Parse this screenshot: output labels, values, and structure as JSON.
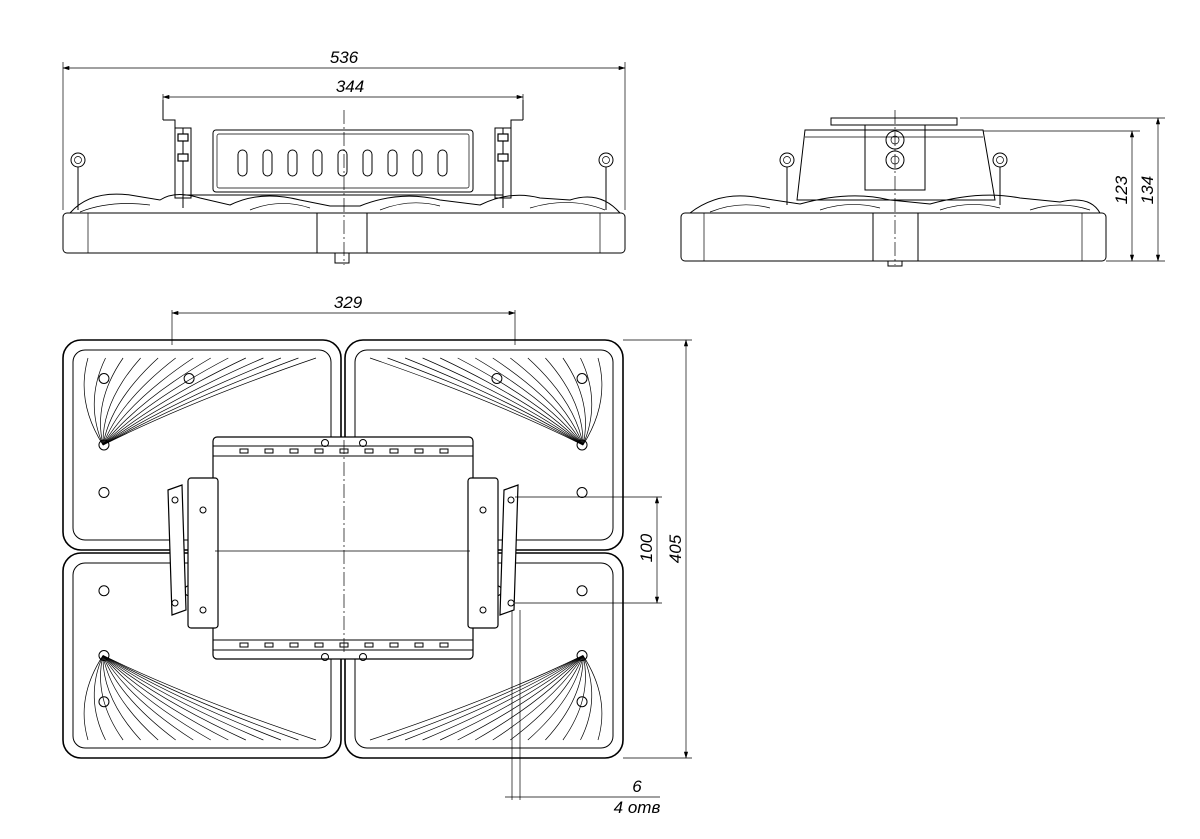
{
  "dimensions": {
    "front_overall_width": "536",
    "front_bracket_width": "344",
    "side_height_inner": "123",
    "side_height_overall": "134",
    "plan_mount_span": "329",
    "plan_hole_spacing": "100",
    "plan_overall_depth": "405",
    "hole_diameter": "6",
    "hole_count_note": "4 отв"
  }
}
